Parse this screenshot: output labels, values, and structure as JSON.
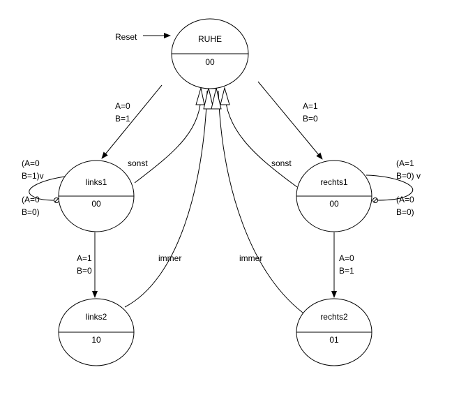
{
  "states": {
    "ruhe": {
      "name": "RUHE",
      "output": "00"
    },
    "links1": {
      "name": "links1",
      "output": "00"
    },
    "rechts1": {
      "name": "rechts1",
      "output": "00"
    },
    "links2": {
      "name": "links2",
      "output": "10"
    },
    "rechts2": {
      "name": "rechts2",
      "output": "01"
    }
  },
  "labels": {
    "reset": "Reset",
    "ruhe_to_links1": {
      "line1": "A=0",
      "line2": "B=1"
    },
    "ruhe_to_rechts1": {
      "line1": "A=1",
      "line2": "B=0"
    },
    "links1_sonst": "sonst",
    "rechts1_sonst": "sonst",
    "links1_self": {
      "line1": "(A=0",
      "line2": "B=1)v",
      "line3": "(A=0",
      "line4": "B=0)"
    },
    "rechts1_self": {
      "line1": "(A=1",
      "line2": "B=0) v",
      "line3": "(A=0",
      "line4": "B=0)"
    },
    "links1_to_links2": {
      "line1": "A=1",
      "line2": "B=0"
    },
    "rechts1_to_rechts2": {
      "line1": "A=0",
      "line2": "B=1"
    },
    "links2_immer": "immer",
    "rechts2_immer": "immer"
  }
}
